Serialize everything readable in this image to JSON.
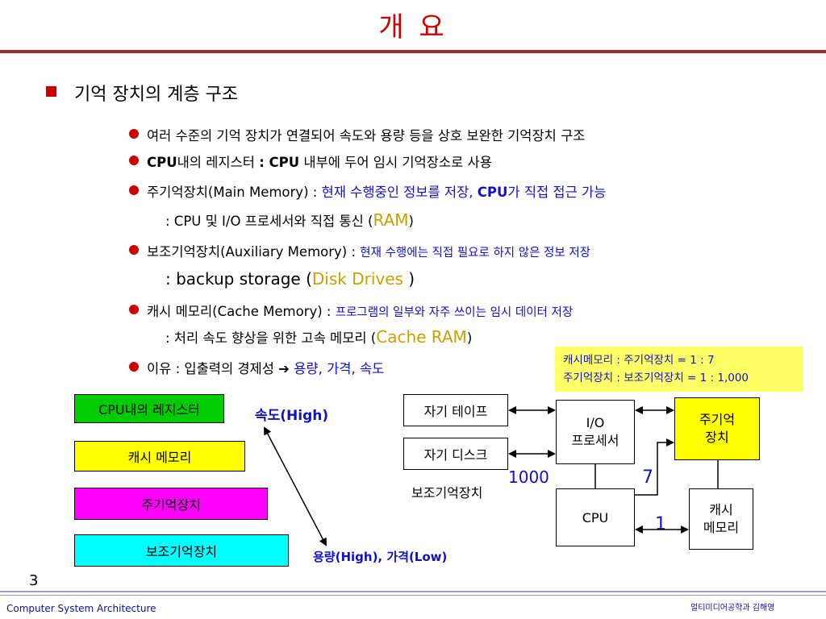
{
  "title": "개 요",
  "section_title": "기억 장치의 계층 구조",
  "bullets": {
    "b1": "여러 수준의 기억 장치가 연결되어 속도와 용량 등을 상호 보완한 기억장치 구조",
    "b2_a": "CPU",
    "b2_b": "내의 레지스터 ",
    "b2_c": ": CPU",
    "b2_d": " 내부에 두어 임시 기억장소로 사용",
    "b3_a": "주기억장치(Main Memory) : ",
    "b3_b": "현재 수행중인 정보를 저장, ",
    "b3_c": "CPU",
    "b3_d": "가 직접 접근 가능",
    "b3_sub_a": ": CPU 및 I/O 프로세서와 직접 통신 (",
    "b3_sub_b": "RAM",
    "b3_sub_c": ")",
    "b4_a": "보조기억장치(Auxiliary Memory) : ",
    "b4_b": "현재 수행에는 직접 필요로 하지 않은 정보 저장",
    "b4_sub_a": ": backup storage (",
    "b4_sub_b": "Disk Drives",
    "b4_sub_c": " )",
    "b5_a": "캐시 메모리(Cache Memory) : ",
    "b5_b": "프로그램의 일부와 자주 쓰이는 임시 데이터 저장",
    "b5_sub_a": ": 처리 속도 향상을 위한 고속 메모리 (",
    "b5_sub_b": "Cache RAM",
    "b5_sub_c": ")",
    "b6_a": "이유 : 입출력의 경제성 ",
    "b6_arrow": "➔",
    "b6_b": " 용량, 가격, 속도"
  },
  "note": {
    "line1": "캐시메모리 : 주기억장치  =  1 :  7",
    "line2": "주기억장치 : 보조기억장치 = 1 : 1,000"
  },
  "hierarchy": {
    "levels": [
      {
        "label": "CPU내의 레지스터",
        "color": "#00cc00"
      },
      {
        "label": "캐시 메모리",
        "color": "#ffff00"
      },
      {
        "label": "주기억장치",
        "color": "#ff00ff"
      },
      {
        "label": "보조기억장치",
        "color": "#00ffff"
      }
    ],
    "speed_label": "속도(High)",
    "capacity_label": "용량(High), 가격(Low)"
  },
  "system": {
    "tape": "자기 테이프",
    "disk": "자기 디스크",
    "aux_label": "보조기억장치",
    "io": "I/O\n프로세서",
    "main_memory": "주기억\n장치",
    "cpu": "CPU",
    "cache": "캐시\n메모리",
    "ratio_1000": "1000",
    "ratio_7": "7",
    "ratio_1": "1",
    "main_color": "#ffff00"
  },
  "page_number": "3",
  "footer_left": "Computer System Architecture",
  "footer_right": "멀티미디어공학과 김해영",
  "colors": {
    "accent_red": "#cc0000",
    "blue_text": "#1010c8",
    "gold_text": "#c8a000"
  }
}
